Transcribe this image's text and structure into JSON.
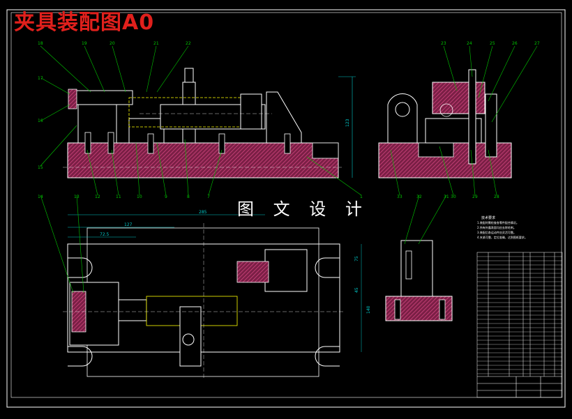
{
  "title": "夹具装配图A0",
  "center_label": "图 文 设 计",
  "colors": {
    "background": "#000000",
    "outline": "#ffffff",
    "section_fill": "#c0386f",
    "leader": "#00c800",
    "dimension": "#00c8c8",
    "tolerance_text": "#ffff00",
    "title_red": "#e0201c"
  },
  "balloons_top_left": [
    "18",
    "19",
    "20",
    "21",
    "22",
    "17",
    "16",
    "15",
    "12",
    "11",
    "10",
    "9",
    "8",
    "7",
    "1"
  ],
  "balloons_top_right": [
    "23",
    "24",
    "25",
    "26",
    "27",
    "33",
    "30",
    "29",
    "28"
  ],
  "balloons_bottom": [
    "14",
    "13",
    "32",
    "31"
  ],
  "dimensions": [
    "285",
    "127",
    "72.5",
    "123",
    "75",
    "45",
    "140"
  ],
  "requirements": {
    "title": "技术要求",
    "lines": [
      "1.装配时需检查各零件配合情况。",
      "2.所有外露表面均应去除毛刺。",
      "3.装配后各运动件应灵活可靠。",
      "4.夹紧可靠，定位准确，达到图纸要求。"
    ]
  }
}
